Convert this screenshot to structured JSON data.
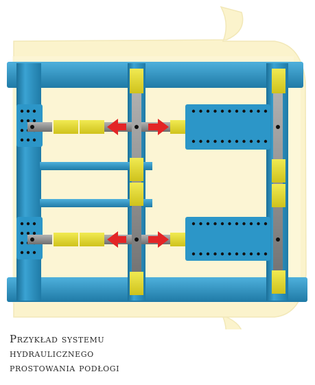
{
  "diagram": {
    "subject": "hydraulic floor straightening system schematic",
    "colors": {
      "car_outline": "#fbf3cc",
      "frame_blue": "#2a92c4",
      "frame_light": "#5fb5dc",
      "frame_dark": "#1b6f98",
      "cylinder_yellow": "#e6dc2a",
      "rod_gray": "#8d8d8d",
      "arrow_red": "#e32526",
      "hole_black": "#111111"
    },
    "icons": [
      "arrow-left-icon",
      "arrow-right-icon"
    ]
  },
  "caption": {
    "line1": "Przykład systemu",
    "line2": "hydraulicznego",
    "line3": "prostowania podłogi"
  }
}
